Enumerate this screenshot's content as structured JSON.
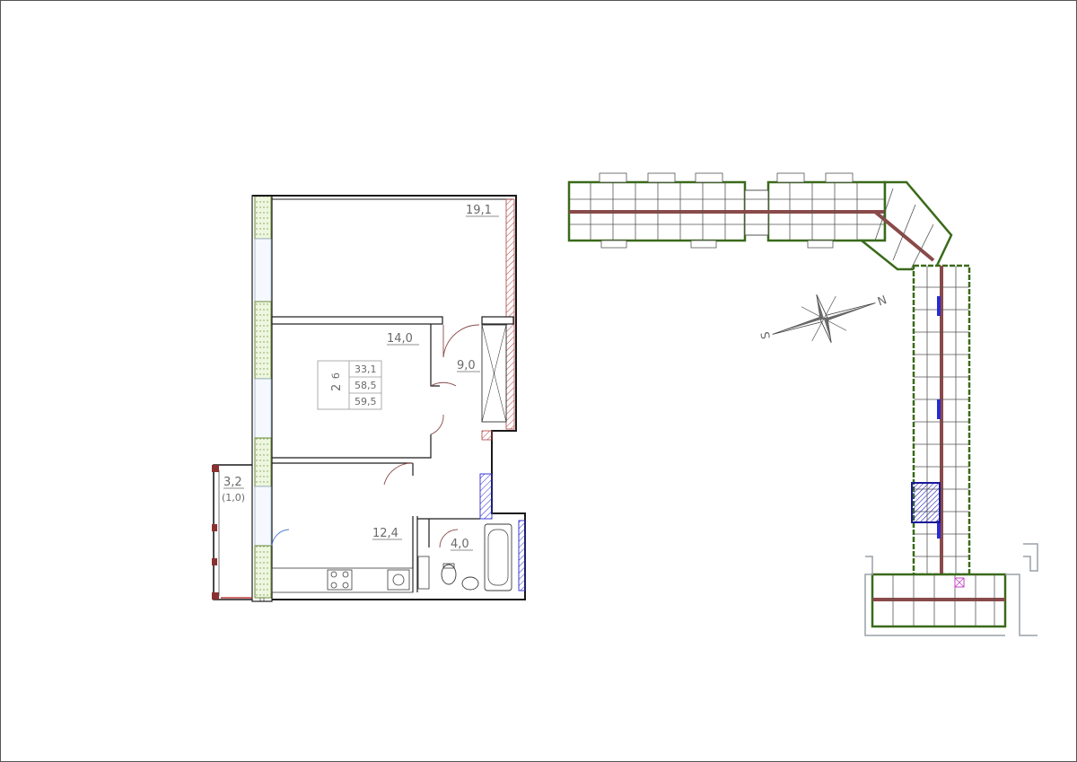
{
  "apartment": {
    "room_areas": {
      "room_large": "19,1",
      "room_middle": "14,0",
      "hall": "9,0",
      "kitchen": "12,4",
      "bathroom": "4,0",
      "balcony": "3,2",
      "balcony_reduced": "(1,0)"
    },
    "summary": {
      "type": "2",
      "type_suffix": "б",
      "living_area": "33,1",
      "total_area": "58,5",
      "total_area_with_balcony": "59,5"
    }
  },
  "compass": {
    "north_label": "N",
    "south_label": "S"
  },
  "colors": {
    "wall": "#1a1a1a",
    "window_glass": "#c8d8e8",
    "window_frame": "#6a8a3a",
    "wet_zone_hatch": "#b04040",
    "bath_hatch": "#2a2ad0",
    "building_wall": "#3a6a1a",
    "highlight_unit": "#3a3ad0",
    "label": "#6a6a6a"
  }
}
